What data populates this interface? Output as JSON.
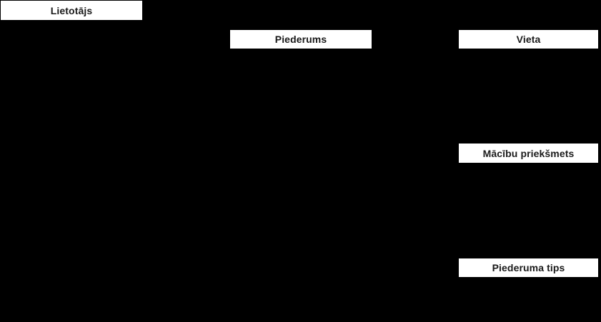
{
  "canvas": {
    "background_color": "#000000"
  },
  "entity_style": {
    "header_background": "#ffffff",
    "header_text_color": "#1a1a1a",
    "border_color": "#000000"
  },
  "entities": [
    {
      "label": "Lietotājs"
    },
    {
      "label": "Piederums"
    },
    {
      "label": "Vieta"
    },
    {
      "label": "Mācību priekšmets"
    },
    {
      "label": "Piederuma tips"
    }
  ]
}
